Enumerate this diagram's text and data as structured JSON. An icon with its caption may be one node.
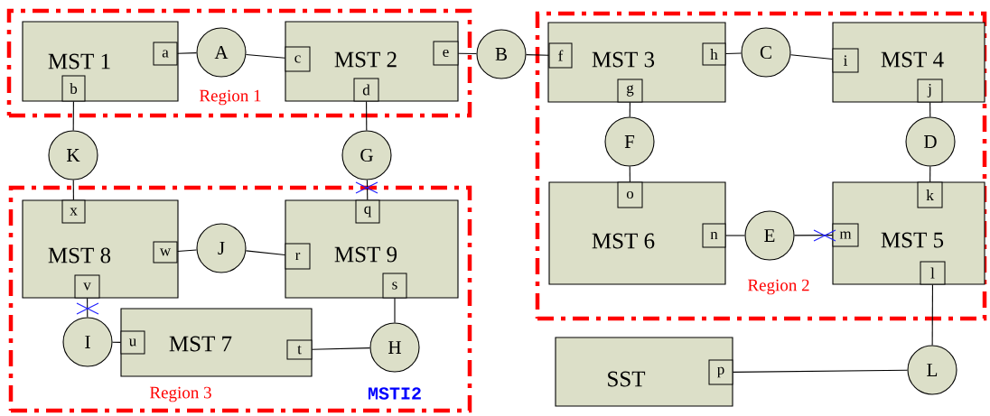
{
  "diagram": {
    "nodes": [
      {
        "text": [
          "Region 1"
        ]
      },
      {
        "text": [
          "MST 1"
        ],
        "in": 0
      },
      {
        "text": [
          "a"
        ],
        "in": 1
      },
      {
        "text": [
          "b"
        ],
        "in": 1
      },
      {
        "text": [
          "A"
        ],
        "in": 0
      },
      {
        "text": [
          "MST 2"
        ],
        "in": 0
      },
      {
        "text": [
          "c"
        ],
        "in": 5
      },
      {
        "text": [
          "d"
        ],
        "in": 5
      },
      {
        "text": [
          "e"
        ],
        "in": 5
      },
      {
        "text": [
          "B"
        ]
      },
      {
        "text": [
          "Region 2"
        ]
      },
      {
        "text": [
          "MST 3"
        ],
        "in": 10
      },
      {
        "text": [
          "f"
        ],
        "in": 11
      },
      {
        "text": [
          "g"
        ],
        "in": 11
      },
      {
        "text": [
          "h"
        ],
        "in": 11
      },
      {
        "text": [
          "C"
        ],
        "in": 10
      },
      {
        "text": [
          "MST 4"
        ],
        "in": 10
      },
      {
        "text": [
          "i"
        ],
        "in": 16
      },
      {
        "text": [
          "j"
        ],
        "in": 16
      },
      {
        "text": [
          "F"
        ],
        "in": 10
      },
      {
        "text": [
          "D"
        ],
        "in": 10
      },
      {
        "text": [
          "MST 6"
        ],
        "in": 10
      },
      {
        "text": [
          "o"
        ],
        "in": 21
      },
      {
        "text": [
          "n"
        ],
        "in": 21
      },
      {
        "text": [
          "E"
        ],
        "in": 10
      },
      {
        "text": [
          "MST 5"
        ],
        "in": 10
      },
      {
        "text": [
          "k"
        ],
        "in": 25
      },
      {
        "text": [
          "m"
        ],
        "in": 25
      },
      {
        "text": [
          "l"
        ],
        "in": 25
      },
      {
        "text": [
          "K"
        ]
      },
      {
        "text": [
          "G"
        ]
      },
      {
        "text": [
          "Region 3",
          "MSTI2"
        ]
      },
      {
        "text": [
          "MST 8"
        ],
        "in": 31
      },
      {
        "text": [
          "x"
        ],
        "in": 32
      },
      {
        "text": [
          "w"
        ],
        "in": 32
      },
      {
        "text": [
          "v"
        ],
        "in": 32
      },
      {
        "text": [
          "J"
        ],
        "in": 31
      },
      {
        "text": [
          "MST 9"
        ],
        "in": 31
      },
      {
        "text": [
          "q"
        ],
        "in": 37
      },
      {
        "text": [
          "r"
        ],
        "in": 37
      },
      {
        "text": [
          "s"
        ],
        "in": 37
      },
      {
        "text": [
          "I"
        ],
        "in": 31
      },
      {
        "text": [
          "MST 7"
        ],
        "in": 31
      },
      {
        "text": [
          "u"
        ],
        "in": 42
      },
      {
        "text": [
          "t"
        ],
        "in": 42
      },
      {
        "text": [
          "H"
        ],
        "in": 31
      },
      {
        "text": [
          "SST"
        ]
      },
      {
        "text": [
          "p"
        ],
        "in": 46
      },
      {
        "text": [
          "L"
        ]
      }
    ],
    "edges": [
      {
        "from": 2,
        "to": 4,
        "arrow": "none"
      },
      {
        "from": 4,
        "to": 6,
        "arrow": "none"
      },
      {
        "from": 8,
        "to": 9,
        "arrow": "none"
      },
      {
        "from": 9,
        "to": 12,
        "arrow": "none"
      },
      {
        "from": 14,
        "to": 15,
        "arrow": "none"
      },
      {
        "from": 15,
        "to": 17,
        "arrow": "none"
      },
      {
        "from": 18,
        "to": 20,
        "arrow": "none"
      },
      {
        "from": 20,
        "to": 26,
        "arrow": "none"
      },
      {
        "from": 13,
        "to": 19,
        "arrow": "none"
      },
      {
        "from": 19,
        "to": 22,
        "arrow": "none"
      },
      {
        "from": 23,
        "to": 24,
        "arrow": "none"
      },
      {
        "from": 24,
        "to": 27,
        "arrow": "none"
      },
      {
        "from": 3,
        "to": 29,
        "arrow": "none"
      },
      {
        "from": 29,
        "to": 33,
        "arrow": "none"
      },
      {
        "from": 7,
        "to": 30,
        "arrow": "none"
      },
      {
        "from": 30,
        "to": 38,
        "arrow": "none"
      },
      {
        "from": 34,
        "to": 36,
        "arrow": "none"
      },
      {
        "from": 36,
        "to": 39,
        "arrow": "none"
      },
      {
        "from": 35,
        "to": 41,
        "arrow": "none"
      },
      {
        "from": 41,
        "to": 43,
        "arrow": "none"
      },
      {
        "from": 44,
        "to": 45,
        "arrow": "none"
      },
      {
        "from": 45,
        "to": 40,
        "arrow": "none"
      },
      {
        "from": 28,
        "to": 48,
        "arrow": "none"
      },
      {
        "from": 48,
        "to": 47,
        "arrow": "none"
      }
    ]
  }
}
